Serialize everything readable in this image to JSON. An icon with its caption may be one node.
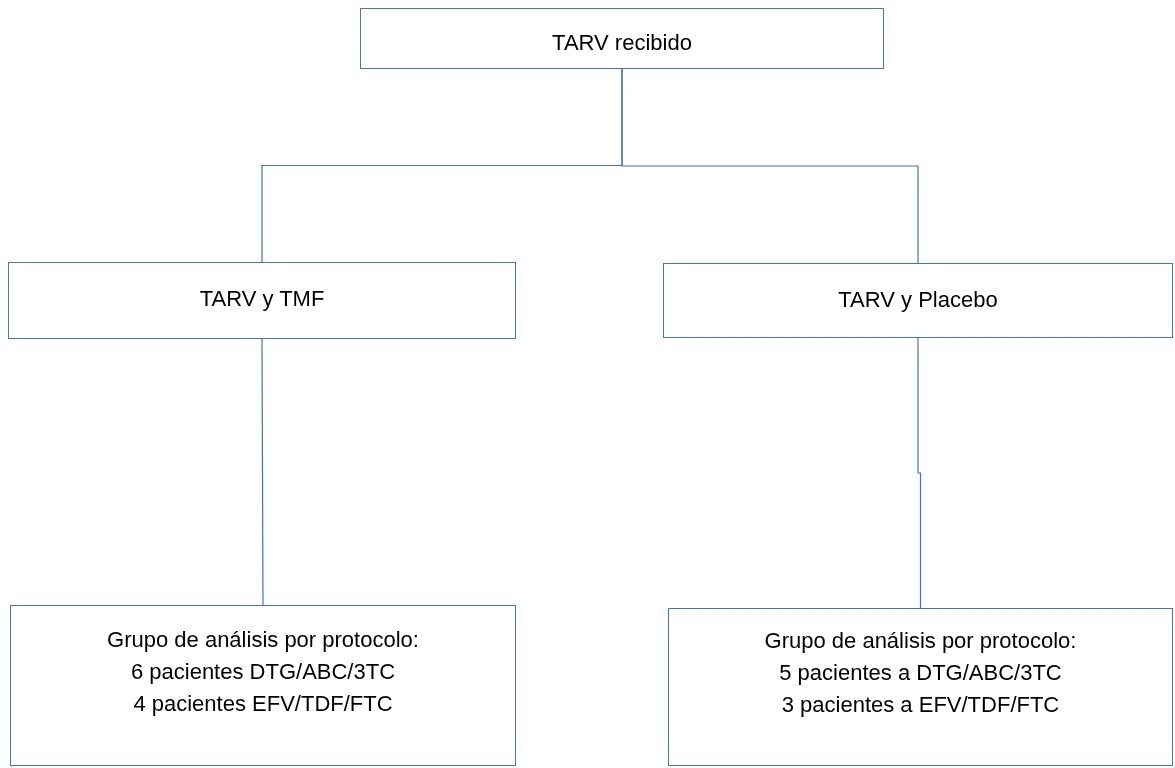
{
  "diagram": {
    "nodes": [
      {
        "text": [
          "TARV recibido"
        ]
      },
      {
        "text": [
          "TARV y TMF"
        ]
      },
      {
        "text": [
          "TARV y Placebo"
        ]
      },
      {
        "text": [
          "Grupo de análisis por protocolo:",
          "6 pacientes DTG/ABC/3TC",
          "4 pacientes EFV/TDF/FTC"
        ]
      },
      {
        "text": [
          "Grupo de análisis por protocolo:",
          "5 pacientes a DTG/ABC/3TC",
          "3 pacientes a EFV/TDF/FTC"
        ]
      }
    ],
    "edges": [
      {
        "from": 0,
        "to": 1,
        "arrow": "none"
      },
      {
        "from": 0,
        "to": 2,
        "arrow": "none"
      },
      {
        "from": 1,
        "to": 3,
        "arrow": "none"
      },
      {
        "from": 2,
        "to": 4,
        "arrow": "none"
      }
    ]
  }
}
